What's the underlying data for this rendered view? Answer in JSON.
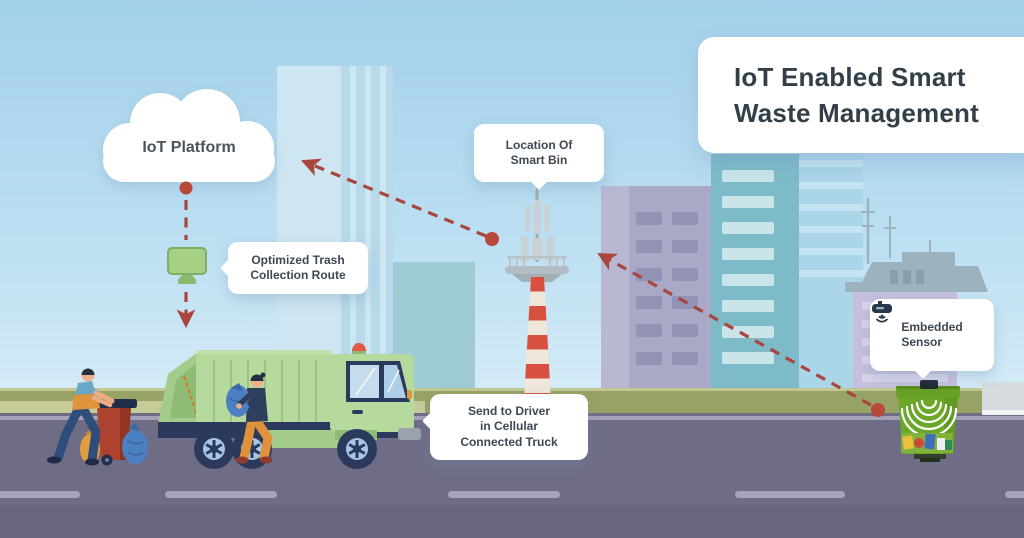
{
  "title": {
    "line1": "IoT Enabled Smart",
    "line2": "Waste Management"
  },
  "cloud": {
    "label": "IoT Platform"
  },
  "callouts": {
    "location": {
      "lines": [
        "Location Of",
        "Smart Bin"
      ]
    },
    "optimized": {
      "lines": [
        "Optimized Trash",
        "Collection Route"
      ]
    },
    "send": {
      "lines": [
        "Send to Driver",
        "in Cellular",
        "Connected Truck"
      ]
    },
    "sensor": {
      "lines": [
        "Embedded",
        "Sensor"
      ],
      "icon": "embedded-sensor-icon"
    }
  },
  "icons": [
    "iot-platform-cloud",
    "monitor-icon",
    "cell-tower",
    "garbage-truck",
    "smart-bin",
    "sonar-waves",
    "embedded-sensor-icon",
    "route-arrow-cloud-to-truck",
    "data-arrow-tower-to-cloud",
    "data-arrow-bin-to-tower"
  ],
  "colors": {
    "arrow_red": "#a8453e",
    "dot_red": "#b9483a",
    "accent_red": "#d8503f",
    "title_text": "#333f48",
    "label_text": "#3c4852",
    "truck_green": "#b6d99e",
    "bin_green": "#6ca827",
    "monitor_green": "#a6d086",
    "sky_top": "#a3d0ea",
    "sky_bottom": "#d9edf8",
    "grass": "#97a364",
    "road": "#6f6d86",
    "lane_dash": "#a6a4bd"
  }
}
